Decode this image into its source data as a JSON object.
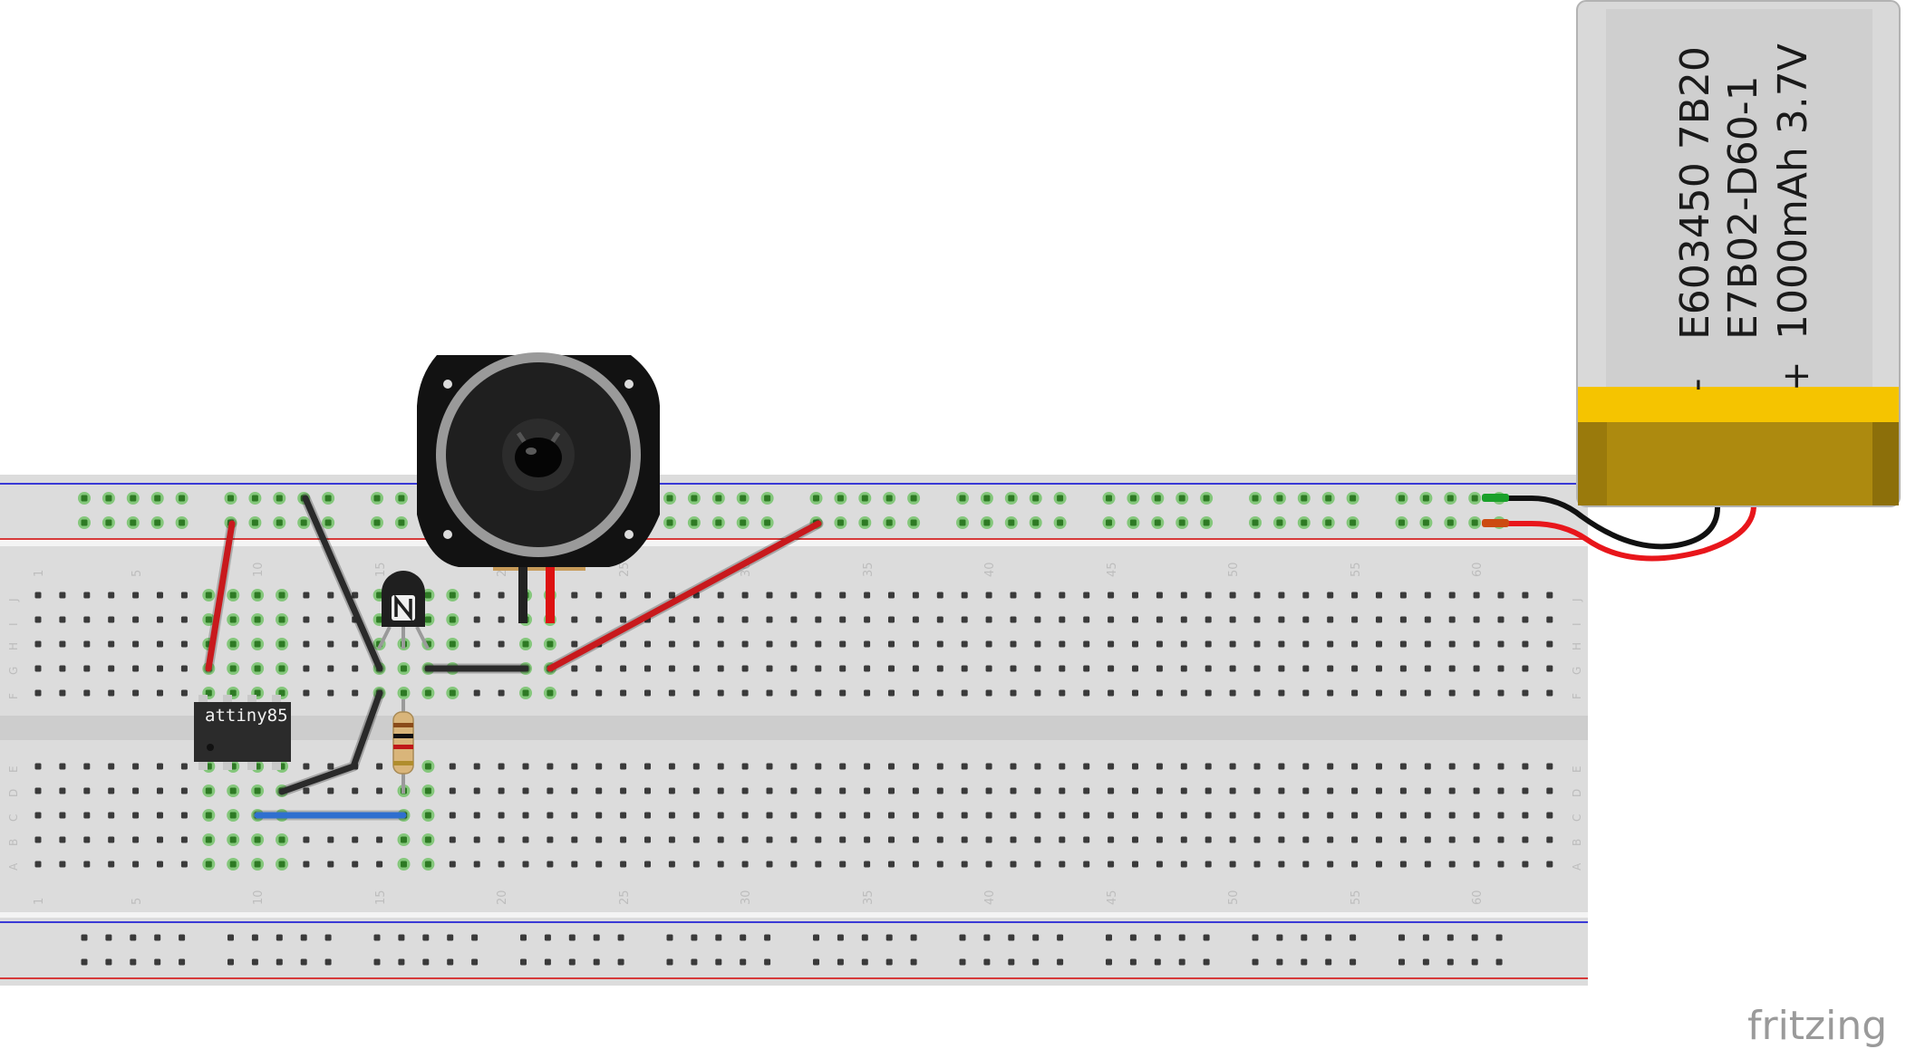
{
  "chip": {
    "label": "attiny85"
  },
  "battery": {
    "lines": [
      "E603450 7B20",
      "E7B02-D60-1",
      "1000mAh 3.7V"
    ],
    "minus": "-",
    "plus": "+"
  },
  "breadboard": {
    "column_labels": [
      "1",
      "5",
      "10",
      "15",
      "20",
      "25",
      "30",
      "35",
      "40",
      "45",
      "50",
      "55",
      "60"
    ],
    "top_rows": [
      "J",
      "I",
      "H",
      "G",
      "F"
    ],
    "bottom_rows": [
      "E",
      "D",
      "C",
      "B",
      "A"
    ]
  },
  "brand": "fritzing",
  "colors": {
    "red_wire": "#c8191d",
    "black_wire": "#2a2a2a",
    "blue_wire": "#2f6fcf",
    "battery_yellow": "#f5c400",
    "battery_gold": "#ad8a0f",
    "rail_red": "#d33",
    "rail_blue": "#33d",
    "active_hole": "#74c36a"
  }
}
